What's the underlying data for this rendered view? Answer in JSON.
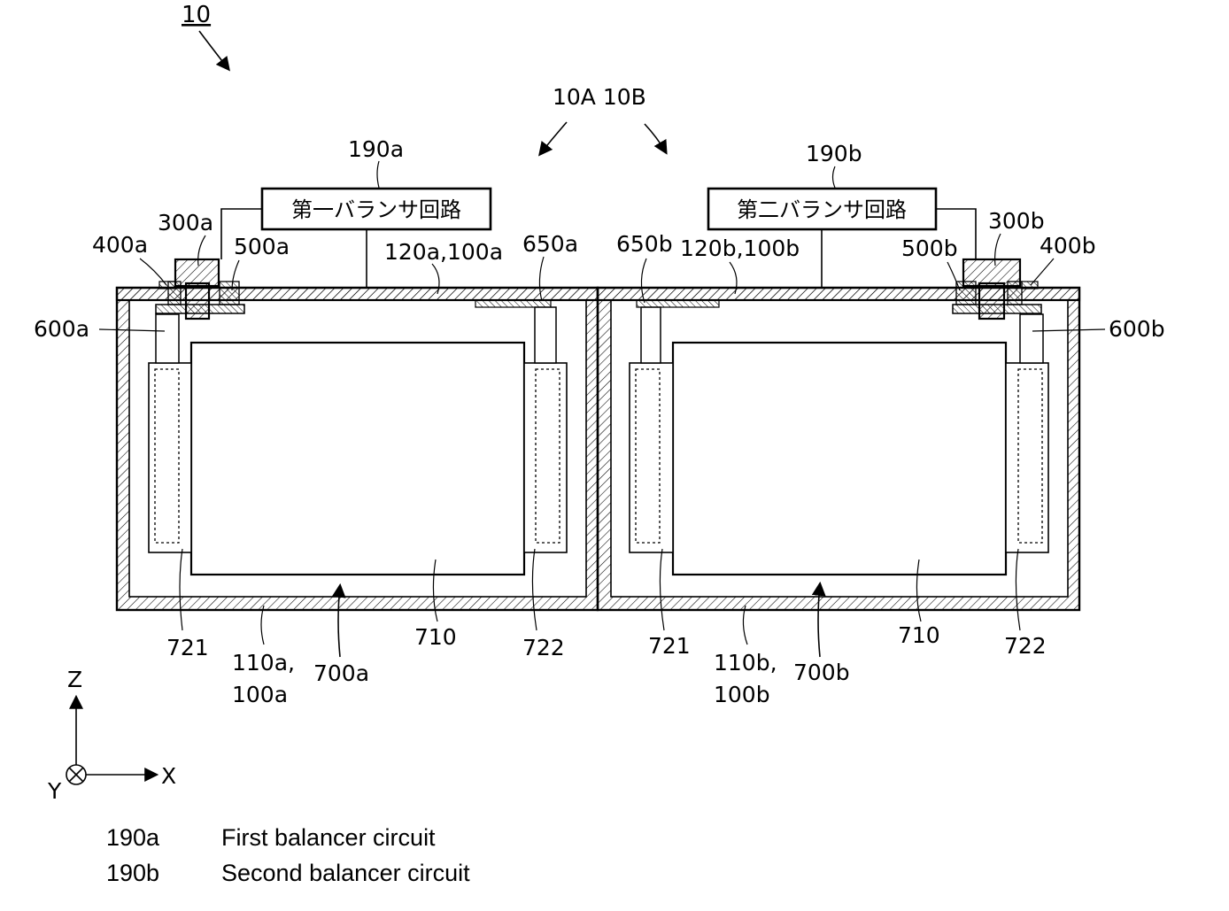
{
  "figure_ref": "10",
  "module_refs": "10A 10B",
  "balancer_a": {
    "ref": "190a",
    "text": "第一バランサ回路"
  },
  "balancer_b": {
    "ref": "190b",
    "text": "第二バランサ回路"
  },
  "labels": {
    "l300a": "300a",
    "l400a": "400a",
    "l500a": "500a",
    "l120a": "120a,100a",
    "l650a": "650a",
    "l600a": "600a",
    "l650b": "650b",
    "l120b": "120b,100b",
    "l500b": "500b",
    "l300b": "300b",
    "l400b": "400b",
    "l600b": "600b",
    "l721a": "721",
    "l110a": "110a,",
    "l100a": "100a",
    "l700a": "700a",
    "l710a": "710",
    "l722a": "722",
    "l721b": "721",
    "l110b": "110b,",
    "l100b": "100b",
    "l700b": "700b",
    "l710b": "710",
    "l722b": "722"
  },
  "axes": {
    "z": "Z",
    "x": "X",
    "y": "Y"
  },
  "legend": [
    {
      "ref": "190a",
      "desc": "First balancer circuit"
    },
    {
      "ref": "190b",
      "desc": "Second balancer circuit"
    }
  ]
}
